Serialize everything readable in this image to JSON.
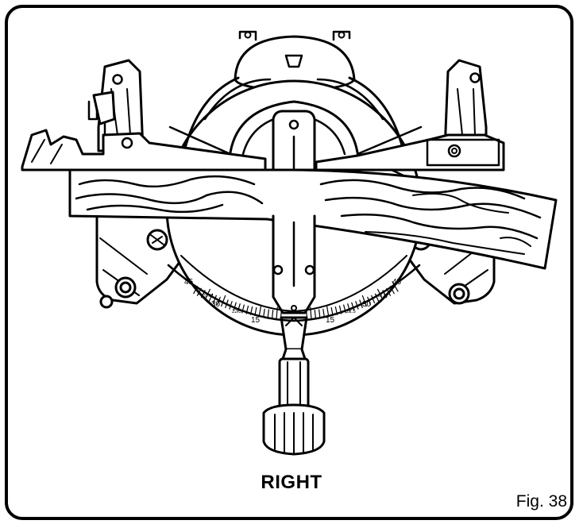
{
  "figure": {
    "label": "RIGHT",
    "fig_number": "Fig. 38"
  },
  "miter_scale": {
    "left_marks": [
      "45",
      "31.62",
      "30",
      "22.5",
      "15"
    ],
    "right_marks": [
      "15",
      "22.5",
      "30",
      "31.62",
      "45"
    ]
  },
  "colors": {
    "ink": "#000000",
    "paper": "#ffffff"
  }
}
